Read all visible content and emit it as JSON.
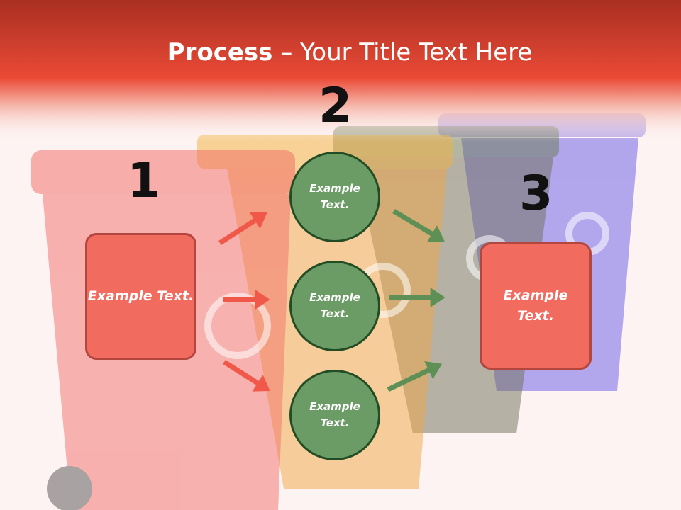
{
  "title": {
    "bold": "Process",
    "dash": " – ",
    "rest": "Your Title Text Here"
  },
  "steps": [
    {
      "number": "1",
      "text": "Example Text."
    },
    {
      "number": "2",
      "items": [
        "Example Text.",
        "Example Text.",
        "Example Text."
      ]
    },
    {
      "number": "3",
      "text": "Example Text."
    }
  ],
  "colors": {
    "header": "#e8473a",
    "box": "#f26b5f",
    "circle": "#6b9c66",
    "arrow_red": "#f0584a",
    "arrow_green": "#5e9056"
  }
}
